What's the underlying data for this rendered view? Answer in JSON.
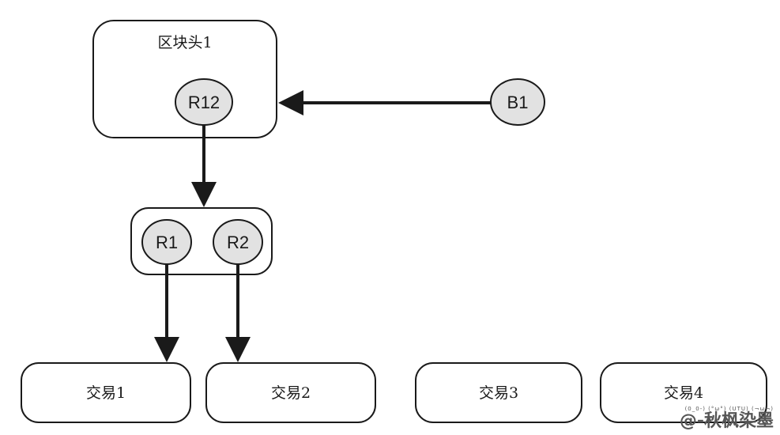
{
  "block_header": {
    "label": "区块头1"
  },
  "nodes": {
    "r12": "R12",
    "b1": "B1",
    "r1": "R1",
    "r2": "R2"
  },
  "transactions": [
    "交易1",
    "交易2",
    "交易3",
    "交易4"
  ],
  "watermark": {
    "faces": "(0_0-) (°ω°) (UTU) (¬ω¬)",
    "name": "@-秋枫染墨"
  }
}
